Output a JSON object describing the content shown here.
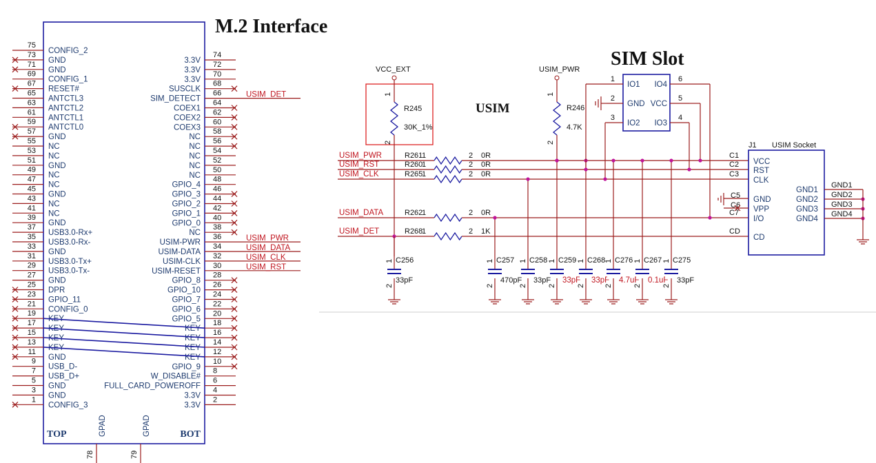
{
  "titles": {
    "m2": "M.2 Interface",
    "sim": "SIM Slot",
    "usim": "USIM"
  },
  "m2": {
    "top_label": "TOP",
    "bot_label": "BOT",
    "gpad": [
      {
        "num": "78",
        "label": "GPAD"
      },
      {
        "num": "79",
        "label": "GPAD"
      }
    ],
    "left_pins": [
      {
        "num": "75",
        "name": "CONFIG_2",
        "nc": false
      },
      {
        "num": "73",
        "name": "GND",
        "nc": true
      },
      {
        "num": "71",
        "name": "GND",
        "nc": true
      },
      {
        "num": "69",
        "name": "CONFIG_1",
        "nc": false
      },
      {
        "num": "67",
        "name": "RESET#",
        "nc": true
      },
      {
        "num": "65",
        "name": "ANTCTL3",
        "nc": false
      },
      {
        "num": "63",
        "name": "ANTCTL2",
        "nc": false
      },
      {
        "num": "61",
        "name": "ANTCTL1",
        "nc": false
      },
      {
        "num": "59",
        "name": "ANTCTL0",
        "nc": true
      },
      {
        "num": "57",
        "name": "GND",
        "nc": true
      },
      {
        "num": "55",
        "name": "NC",
        "nc": false
      },
      {
        "num": "53",
        "name": "NC",
        "nc": false
      },
      {
        "num": "51",
        "name": "GND",
        "nc": false
      },
      {
        "num": "49",
        "name": "NC",
        "nc": false
      },
      {
        "num": "47",
        "name": "NC",
        "nc": false
      },
      {
        "num": "45",
        "name": "GND",
        "nc": false
      },
      {
        "num": "43",
        "name": "NC",
        "nc": false
      },
      {
        "num": "41",
        "name": "NC",
        "nc": false
      },
      {
        "num": "39",
        "name": "GND",
        "nc": false
      },
      {
        "num": "37",
        "name": "USB3.0-Rx+",
        "nc": false
      },
      {
        "num": "35",
        "name": "USB3.0-Rx-",
        "nc": false
      },
      {
        "num": "33",
        "name": "GND",
        "nc": false
      },
      {
        "num": "31",
        "name": "USB3.0-Tx+",
        "nc": false
      },
      {
        "num": "29",
        "name": "USB3.0-Tx-",
        "nc": false
      },
      {
        "num": "27",
        "name": "GND",
        "nc": false
      },
      {
        "num": "25",
        "name": "DPR",
        "nc": true
      },
      {
        "num": "23",
        "name": "GPIO_11",
        "nc": true
      },
      {
        "num": "21",
        "name": "CONFIG_0",
        "nc": true
      },
      {
        "num": "19",
        "name": "KEY",
        "nc": true
      },
      {
        "num": "17",
        "name": "KEY",
        "nc": true
      },
      {
        "num": "15",
        "name": "KEY",
        "nc": true
      },
      {
        "num": "13",
        "name": "KEY",
        "nc": true
      },
      {
        "num": "11",
        "name": "GND",
        "nc": true
      },
      {
        "num": "9",
        "name": "USB_D-",
        "nc": false
      },
      {
        "num": "7",
        "name": "USB_D+",
        "nc": false
      },
      {
        "num": "5",
        "name": "GND",
        "nc": false
      },
      {
        "num": "3",
        "name": "GND",
        "nc": false
      },
      {
        "num": "1",
        "name": "CONFIG_3",
        "nc": true
      }
    ],
    "right_pins": [
      {
        "num": "74",
        "name": "3.3V",
        "nc": false,
        "net": ""
      },
      {
        "num": "72",
        "name": "3.3V",
        "nc": false,
        "net": ""
      },
      {
        "num": "70",
        "name": "3.3V",
        "nc": false,
        "net": ""
      },
      {
        "num": "68",
        "name": "SUSCLK",
        "nc": true,
        "net": ""
      },
      {
        "num": "66",
        "name": "SIM_DETECT",
        "nc": false,
        "net": "USIM_DET"
      },
      {
        "num": "64",
        "name": "COEX1",
        "nc": true,
        "net": ""
      },
      {
        "num": "62",
        "name": "COEX2",
        "nc": true,
        "net": ""
      },
      {
        "num": "60",
        "name": "COEX3",
        "nc": true,
        "net": ""
      },
      {
        "num": "58",
        "name": "NC",
        "nc": true,
        "net": ""
      },
      {
        "num": "56",
        "name": "NC",
        "nc": true,
        "net": ""
      },
      {
        "num": "54",
        "name": "NC",
        "nc": false,
        "net": ""
      },
      {
        "num": "52",
        "name": "NC",
        "nc": false,
        "net": ""
      },
      {
        "num": "50",
        "name": "NC",
        "nc": false,
        "net": ""
      },
      {
        "num": "48",
        "name": "GPIO_4",
        "nc": false,
        "net": ""
      },
      {
        "num": "46",
        "name": "GPIO_3",
        "nc": true,
        "net": ""
      },
      {
        "num": "44",
        "name": "GPIO_2",
        "nc": true,
        "net": ""
      },
      {
        "num": "42",
        "name": "GPIO_1",
        "nc": true,
        "net": ""
      },
      {
        "num": "40",
        "name": "GPIO_0",
        "nc": true,
        "net": ""
      },
      {
        "num": "38",
        "name": "NC",
        "nc": true,
        "net": ""
      },
      {
        "num": "36",
        "name": "USIM-PWR",
        "nc": false,
        "net": "USIM_PWR"
      },
      {
        "num": "34",
        "name": "USIM-DATA",
        "nc": false,
        "net": "USIM_DATA"
      },
      {
        "num": "32",
        "name": "USIM-CLK",
        "nc": false,
        "net": "USIM_CLK"
      },
      {
        "num": "30",
        "name": "USIM-RESET",
        "nc": false,
        "net": "USIM_RST"
      },
      {
        "num": "28",
        "name": "GPIO_8",
        "nc": true,
        "net": ""
      },
      {
        "num": "26",
        "name": "GPIO_10",
        "nc": true,
        "net": ""
      },
      {
        "num": "24",
        "name": "GPIO_7",
        "nc": true,
        "net": ""
      },
      {
        "num": "22",
        "name": "GPIO_6",
        "nc": true,
        "net": ""
      },
      {
        "num": "20",
        "name": "GPIO_5",
        "nc": true,
        "net": ""
      },
      {
        "num": "18",
        "name": "KEY",
        "nc": true,
        "net": ""
      },
      {
        "num": "16",
        "name": "KEY",
        "nc": true,
        "net": ""
      },
      {
        "num": "14",
        "name": "KEY",
        "nc": true,
        "net": ""
      },
      {
        "num": "12",
        "name": "KEY",
        "nc": true,
        "net": ""
      },
      {
        "num": "10",
        "name": "GPIO_9",
        "nc": true,
        "net": ""
      },
      {
        "num": "8",
        "name": "W_DISABLE#",
        "nc": false,
        "net": ""
      },
      {
        "num": "6",
        "name": "FULL_CARD_POWEROFF",
        "nc": false,
        "net": ""
      },
      {
        "num": "4",
        "name": "3.3V",
        "nc": false,
        "net": ""
      },
      {
        "num": "2",
        "name": "3.3V",
        "nc": false,
        "net": ""
      }
    ]
  },
  "usim": {
    "vcc_ext": "VCC_EXT",
    "usim_pwr": "USIM_PWR",
    "r245": {
      "ref": "R245",
      "value": "30K_1%",
      "p1": "1",
      "p2": "2"
    },
    "r246": {
      "ref": "R246",
      "value": "4.7K",
      "p1": "1",
      "p2": "2"
    },
    "series": [
      {
        "net": "USIM_PWR",
        "ref": "R261",
        "p1": "1",
        "p2": "2",
        "value": "0R",
        "pin": "C1"
      },
      {
        "net": "USIM_RST",
        "ref": "R260",
        "p1": "1",
        "p2": "2",
        "value": "0R",
        "pin": "C2"
      },
      {
        "net": "USIM_CLK",
        "ref": "R265",
        "p1": "1",
        "p2": "2",
        "value": "0R",
        "pin": "C3"
      },
      {
        "net": "USIM_DATA",
        "ref": "R262",
        "p1": "1",
        "p2": "2",
        "value": "0R",
        "pin": "C7"
      },
      {
        "net": "USIM_DET",
        "ref": "R268",
        "p1": "1",
        "p2": "2",
        "value": "1K",
        "pin": "CD"
      }
    ],
    "caps": [
      {
        "ref": "C256",
        "value": "33pF",
        "red": false,
        "p1": "1",
        "p2": "2"
      },
      {
        "ref": "C257",
        "value": "470pF",
        "red": false,
        "p1": "1",
        "p2": "2"
      },
      {
        "ref": "C258",
        "value": "33pF",
        "red": false,
        "p1": "1",
        "p2": "2"
      },
      {
        "ref": "C259",
        "value": "33pF",
        "red": true,
        "p1": "1",
        "p2": "2"
      },
      {
        "ref": "C268",
        "value": "33pF",
        "red": true,
        "p1": "1",
        "p2": "2"
      },
      {
        "ref": "C276",
        "value": "4.7uF",
        "red": true,
        "p1": "1",
        "p2": "2"
      },
      {
        "ref": "C267",
        "value": "0.1uF",
        "red": true,
        "p1": "1",
        "p2": "2"
      },
      {
        "ref": "C275",
        "value": "33pF",
        "red": false,
        "p1": "1",
        "p2": "2"
      }
    ]
  },
  "sim_ic": {
    "pins_left": [
      {
        "num": "1",
        "name": "IO1"
      },
      {
        "num": "2",
        "name": "GND"
      },
      {
        "num": "3",
        "name": "IO2"
      }
    ],
    "pins_right": [
      {
        "num": "6",
        "name": "IO4"
      },
      {
        "num": "5",
        "name": "VCC"
      },
      {
        "num": "4",
        "name": "IO3"
      }
    ]
  },
  "socket": {
    "ref": "J1",
    "title": "USIM Socket",
    "left_pins": [
      {
        "pin": "C1",
        "name": "VCC"
      },
      {
        "pin": "C2",
        "name": "RST"
      },
      {
        "pin": "C3",
        "name": "CLK"
      },
      {
        "pin": "C5",
        "name": "GND"
      },
      {
        "pin": "C6",
        "name": "VPP"
      },
      {
        "pin": "C7",
        "name": "I/O"
      },
      {
        "pin": "CD",
        "name": "CD"
      }
    ],
    "right_pins": [
      {
        "name": "GND1",
        "label": "GND1"
      },
      {
        "name": "GND2",
        "label": "GND2"
      },
      {
        "name": "GND3",
        "label": "GND3"
      },
      {
        "name": "GND4",
        "label": "GND4"
      }
    ]
  },
  "colors": {
    "wire": "#9b1b1b",
    "body": "#1a1aa0",
    "net_label": "#c0141e",
    "text": "#1d3a6e"
  }
}
